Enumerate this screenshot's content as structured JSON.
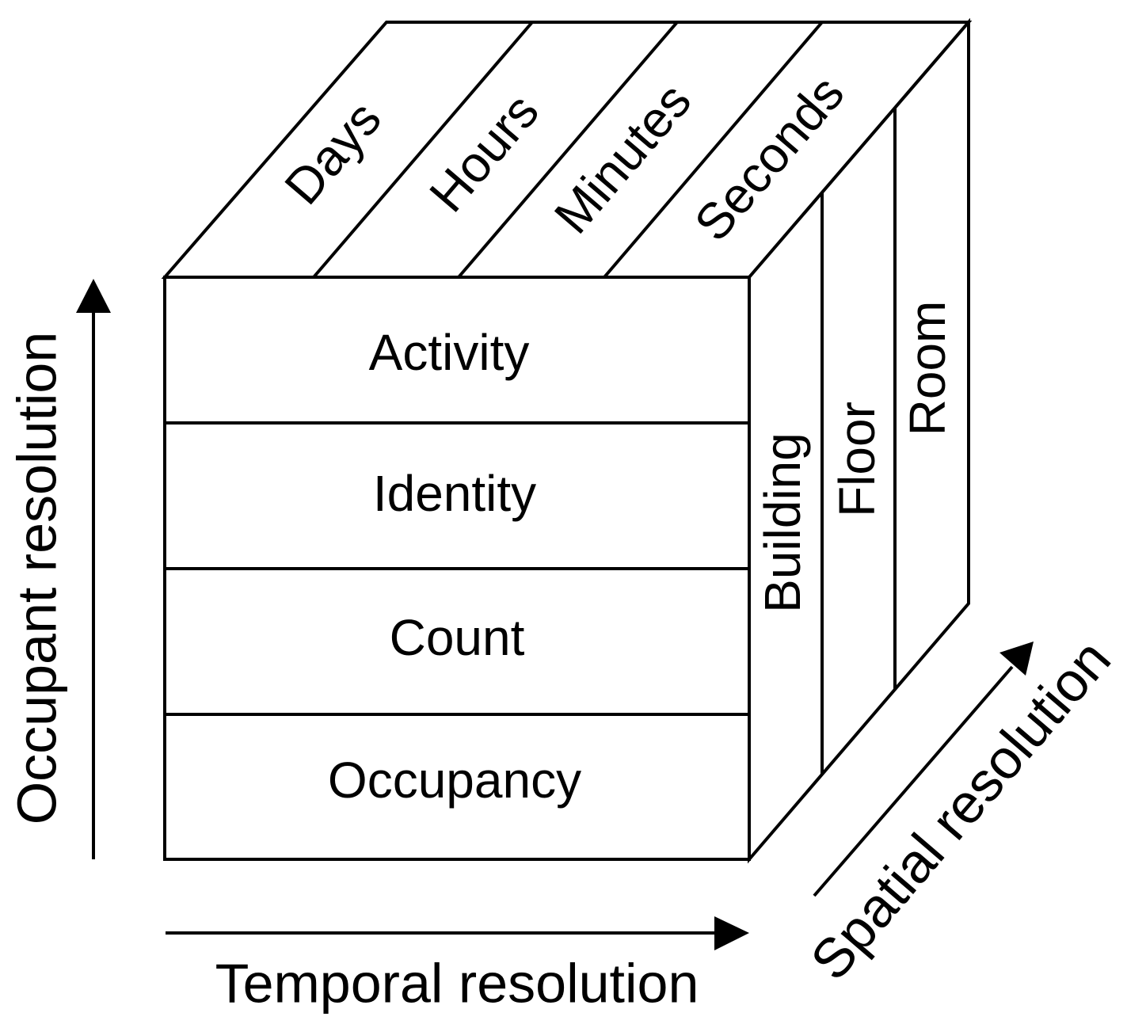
{
  "cube": {
    "front_rows": [
      "Activity",
      "Identity",
      "Count",
      "Occupancy"
    ],
    "top_columns": [
      "Days",
      "Hours",
      "Minutes",
      "Seconds"
    ],
    "side_columns": [
      "Building",
      "Floor",
      "Room"
    ]
  },
  "axes": {
    "vertical": "Occupant resolution",
    "horizontal": "Temporal resolution",
    "depth": "Spatial resolution"
  }
}
